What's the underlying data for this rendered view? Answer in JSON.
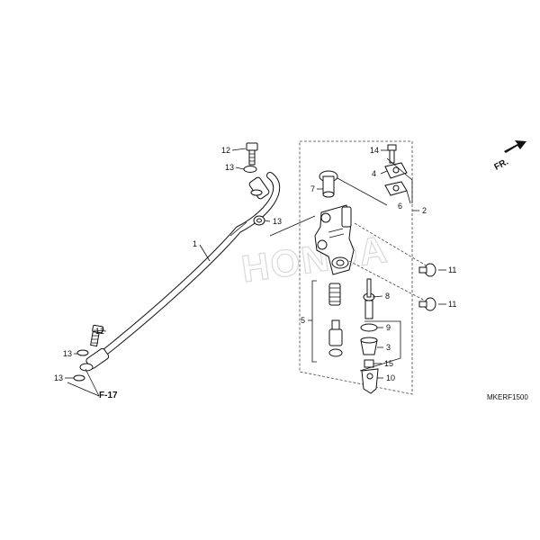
{
  "diagram_code": "MKERF1500",
  "ref_label": "F-17",
  "direction_label": "FR.",
  "watermark": "HONDA",
  "callouts": [
    {
      "num": "1"
    },
    {
      "num": "2"
    },
    {
      "num": "3"
    },
    {
      "num": "4"
    },
    {
      "num": "5"
    },
    {
      "num": "6"
    },
    {
      "num": "7"
    },
    {
      "num": "8"
    },
    {
      "num": "9"
    },
    {
      "num": "10"
    },
    {
      "num": "11"
    },
    {
      "num": "11"
    },
    {
      "num": "12"
    },
    {
      "num": "12"
    },
    {
      "num": "13"
    },
    {
      "num": "13"
    },
    {
      "num": "13"
    },
    {
      "num": "13"
    },
    {
      "num": "14"
    },
    {
      "num": "15"
    }
  ]
}
